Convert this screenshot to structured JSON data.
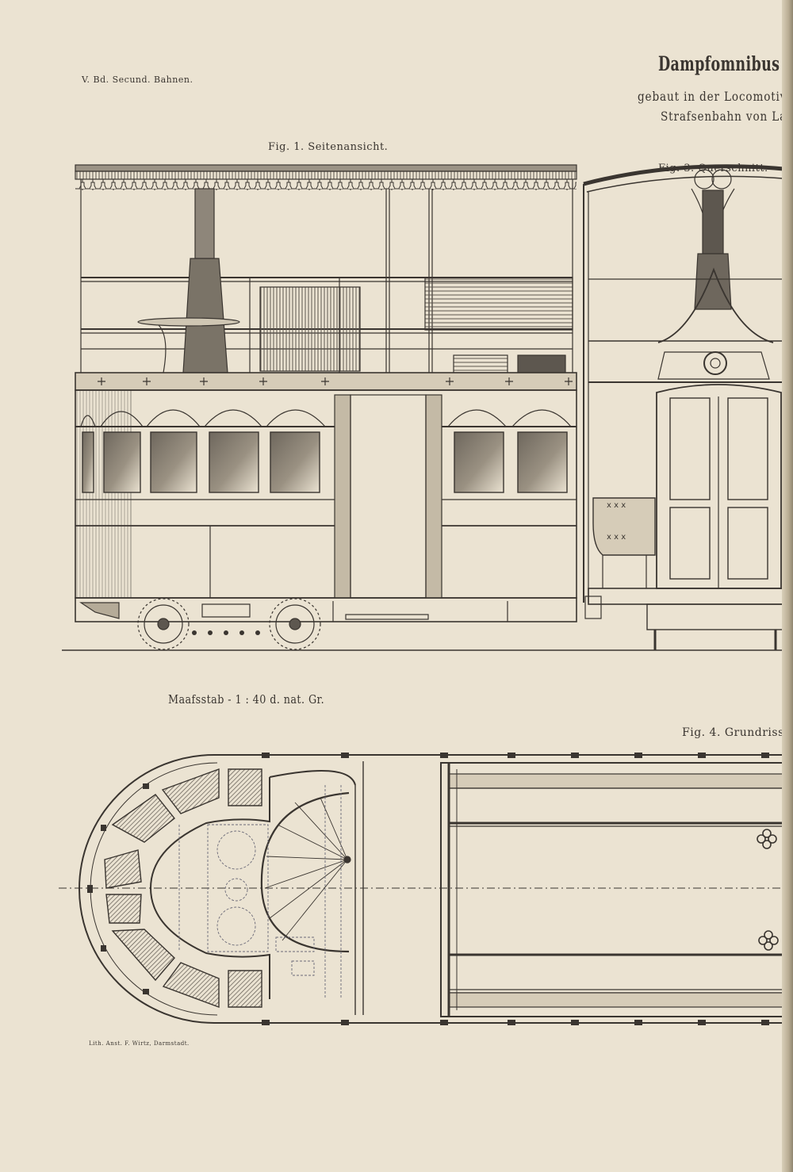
{
  "header": {
    "volume_label": "V. Bd.   Secund. Bahnen.",
    "title": "Dampfomnibus (",
    "subtitle_line1": "gebaut in der Locomotiv",
    "subtitle_line2": "Strafsenbahn von La"
  },
  "figures": {
    "fig1_caption": "Fig. 1. Seitenansicht.",
    "fig3_caption": "Fig. 3. Querschnitt.",
    "fig4_caption": "Fig. 4. Grundriss.",
    "scale_label": "Maafsstab - 1 : 40 d. nat. Gr."
  },
  "footer": {
    "lithographer": "Lith. Anst. F. Wirtz, Darmstadt."
  },
  "colors": {
    "paper": "#ebe3d2",
    "ink": "#3a3530",
    "hatch": "#6b655d"
  }
}
